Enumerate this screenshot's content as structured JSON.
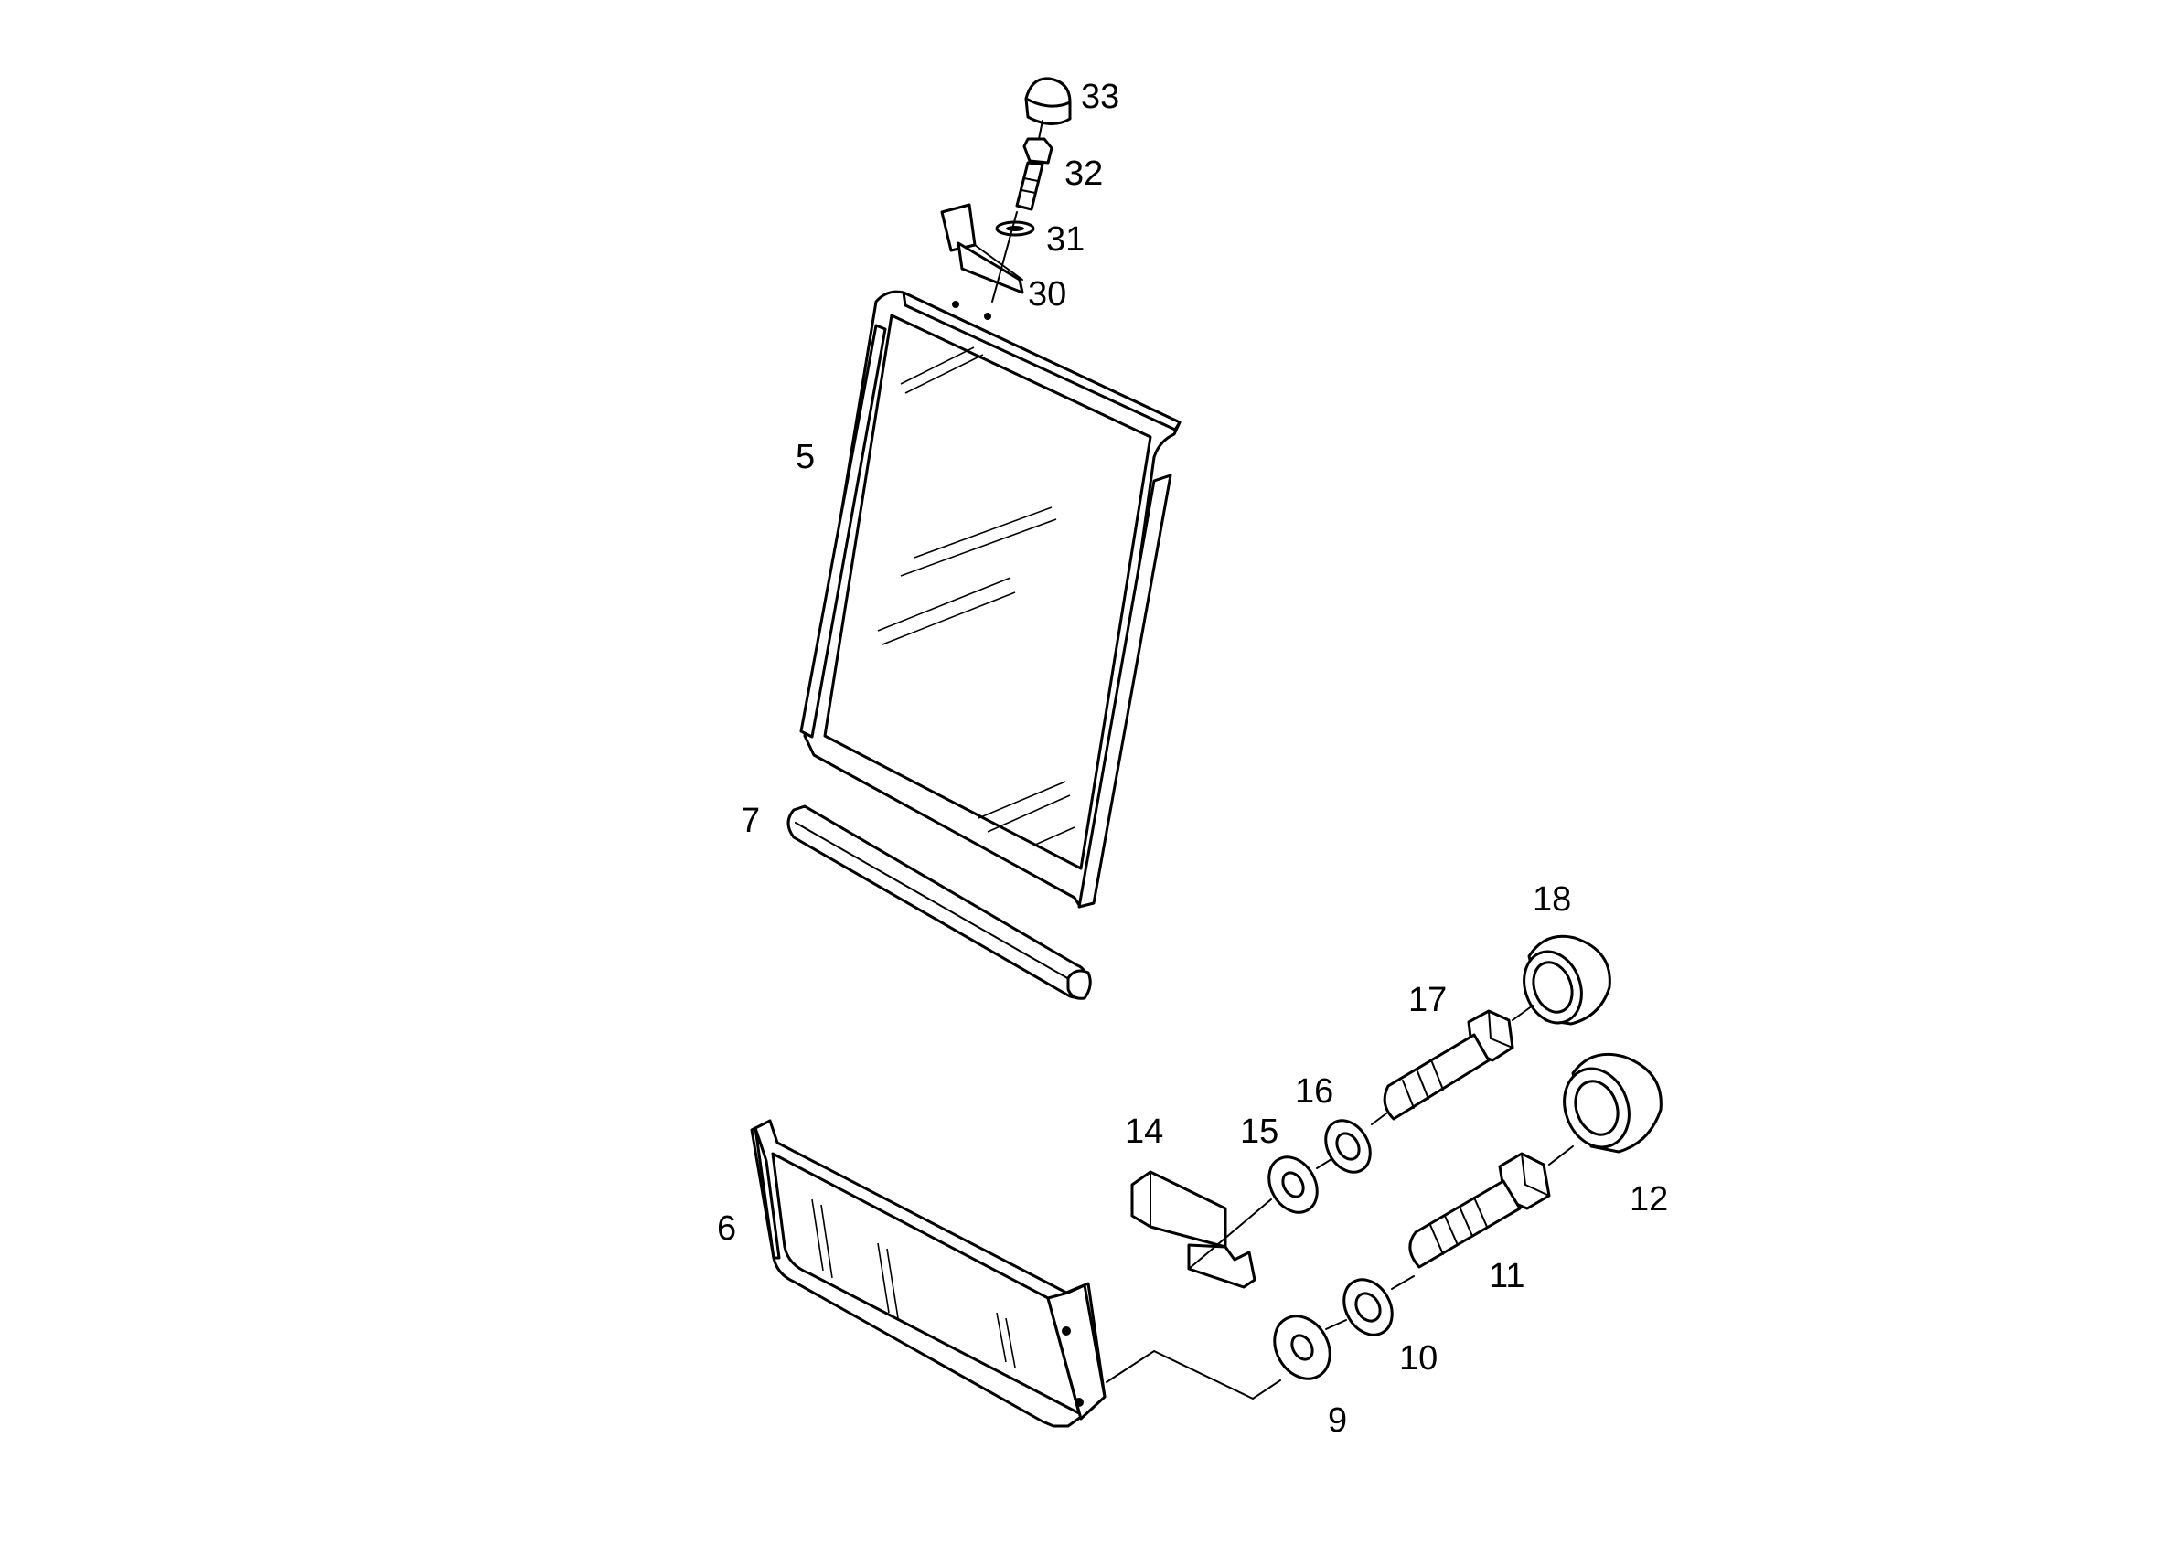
{
  "diagram": {
    "labels": {
      "l33": "33",
      "l32": "32",
      "l31": "31",
      "l30": "30",
      "l5": "5",
      "l7": "7",
      "l18": "18",
      "l17": "17",
      "l16": "16",
      "l15": "15",
      "l14": "14",
      "l6": "6",
      "l12": "12",
      "l11": "11",
      "l10": "10",
      "l9": "9"
    },
    "colors": {
      "line": "#000000",
      "background": "#ffffff"
    }
  }
}
